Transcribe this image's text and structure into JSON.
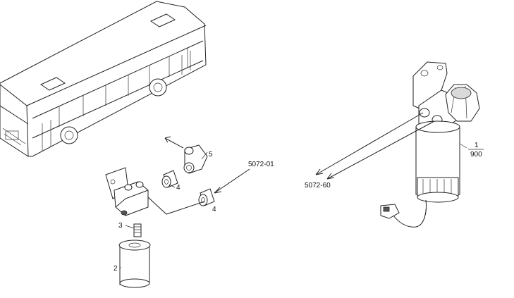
{
  "callouts": {
    "part_1_numerator": "1",
    "part_1_denominator": "900",
    "part_2": "2",
    "part_3": "3",
    "part_4_upper": "4",
    "part_4_lower": "4",
    "part_5": "5",
    "ref_5072_01": "5072-01",
    "ref_5072_60": "5072-60"
  },
  "icons": {
    "vehicle": "bus-icon",
    "filter_assembly": "fuel-filter-assembly-icon"
  }
}
